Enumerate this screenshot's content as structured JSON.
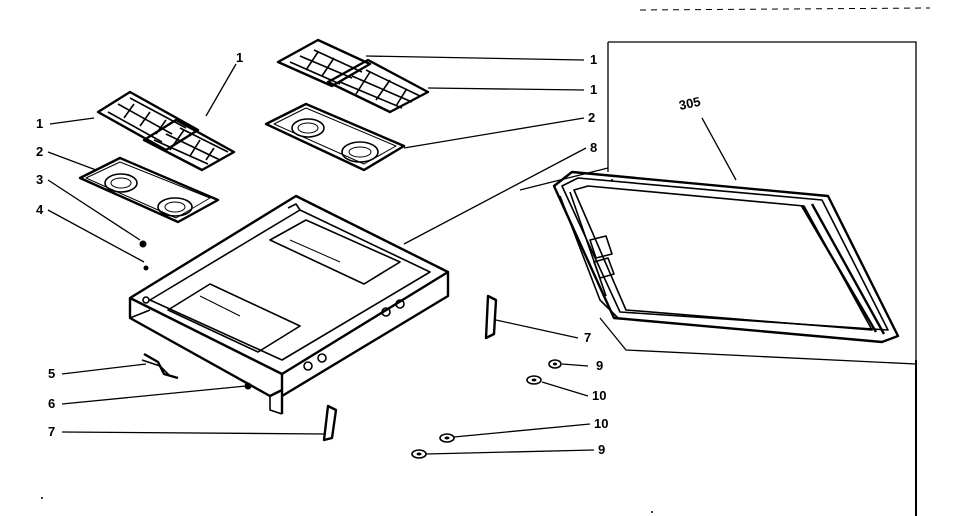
{
  "callouts": {
    "c1a": "1",
    "c1b": "1",
    "c1c": "1",
    "c1d": "1",
    "c2a": "2",
    "c2b": "2",
    "c3": "3",
    "c4": "4",
    "c5": "5",
    "c6": "6",
    "c7a": "7",
    "c7b": "7",
    "c8": "8",
    "c9a": "9",
    "c9b": "9",
    "c10a": "10",
    "c10b": "10",
    "c305": "305"
  }
}
